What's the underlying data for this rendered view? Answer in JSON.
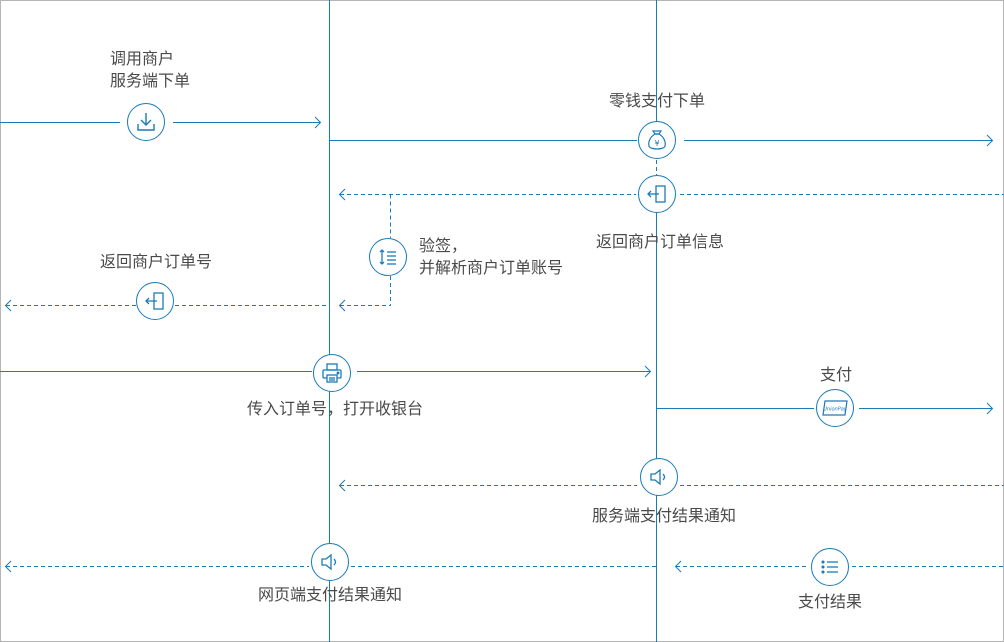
{
  "colors": {
    "line": "#1a7bb9",
    "text": "#4a4a4a",
    "border": "#b5b5b5"
  },
  "labels": {
    "invoke_order_line1": "调用商户",
    "invoke_order_line2": "服务端下单",
    "change_pay_order": "零钱支付下单",
    "return_order_info": "返回商户订单信息",
    "verify_line1": "验签，",
    "verify_line2": "并解析商户订单账号",
    "return_order_no": "返回商户订单号",
    "pass_order_open_cashier": "传入订单号，打开收银台",
    "pay": "支付",
    "server_pay_result_notify": "服务端支付结果通知",
    "web_pay_result_notify": "网页端支付结果通知",
    "pay_result": "支付结果"
  },
  "icons": {
    "invoke_order": "download-icon",
    "change_pay": "money-bag-icon",
    "return_info": "return-icon",
    "verify": "sort-list-icon",
    "return_order_no": "return-icon",
    "cashier": "printer-icon",
    "pay": "unionpay-card-icon",
    "server_notify": "speaker-icon",
    "web_notify": "speaker-icon",
    "pay_result": "list-icon"
  },
  "card_text": "UnionPay",
  "money_symbol": "¥"
}
